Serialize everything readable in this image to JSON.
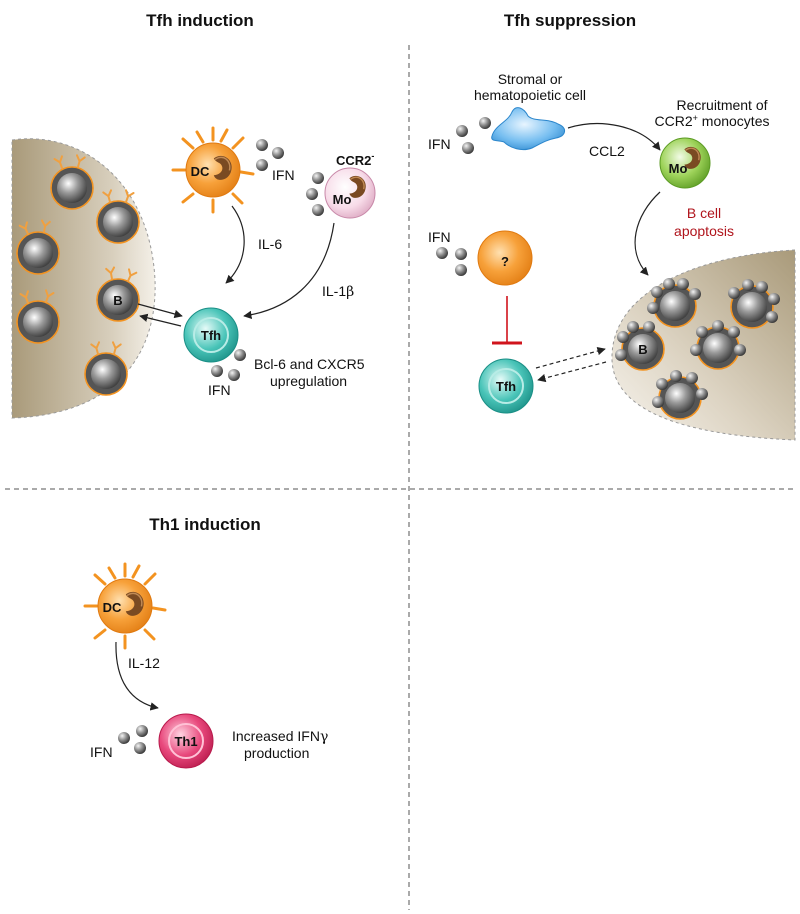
{
  "panels": {
    "tfh_induction": {
      "title": "Tfh induction",
      "dc": "DC",
      "ifn_dc": "IFN",
      "ccr2": "CCR2",
      "ccr2_sup": "-",
      "mo": "Mo",
      "il6": "IL-6",
      "il1b": "IL-1",
      "il1b_sym": "β",
      "b": "B",
      "tfh": "Tfh",
      "ifn_tfh": "IFN",
      "upreg_1": "Bcl-6 and CXCR5",
      "upreg_2": "upregulation"
    },
    "tfh_suppression": {
      "title": "Tfh suppression",
      "stromal_1": "Stromal or",
      "stromal_2": "hematopoietic cell",
      "ifn_stromal": "IFN",
      "ccl2": "CCL2",
      "recruit_1": "Recruitment of",
      "recruit_2a": "CCR2",
      "recruit_sup": "+",
      "recruit_2b": " monocytes",
      "mo": "Mo",
      "bcell_1": "B cell",
      "bcell_2": "apoptosis",
      "ifn_q": "IFN",
      "q": "?",
      "tfh": "Tfh",
      "b": "B"
    },
    "th1_induction": {
      "title": "Th1 induction",
      "dc": "DC",
      "il12": "IL-12",
      "ifn": "IFN",
      "th1": "Th1",
      "prod_1a": "Increased IFN",
      "prod_1b": "γ",
      "prod_2": "production"
    }
  },
  "colors": {
    "dc_orange": "#f39320",
    "tfh_teal": "#2bb3a8",
    "mo_pink": "#f3cfe0",
    "mo_green": "#8cc63f",
    "th1_magenta": "#e0306a",
    "stromal_blue": "#4aa3e0",
    "inhibit_red": "#d0141c",
    "apoptosis_red": "#b0141c",
    "follicle_tan": "#b8a98a",
    "b_cell_gray": "#555555"
  }
}
